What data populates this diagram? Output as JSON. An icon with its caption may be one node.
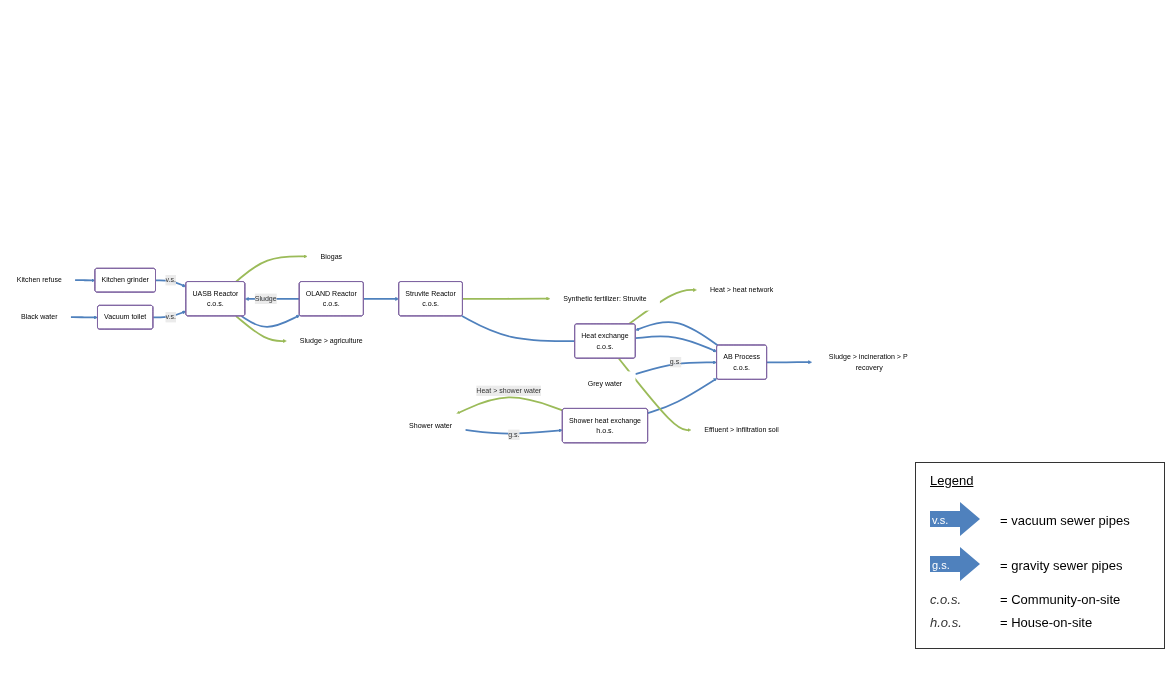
{
  "diagram": {
    "nodes": [
      {
        "text": [
          "Black water"
        ]
      },
      {
        "text": [
          "Vacuum toilet"
        ]
      },
      {
        "text": [
          "Kitchen grinder"
        ]
      },
      {
        "text": [
          "Kitchen refuse"
        ]
      },
      {
        "text": [
          "Biogas"
        ]
      },
      {
        "text": [
          "UASB Reactor",
          "c.o.s."
        ]
      },
      {
        "text": [
          "OLAND Reactor",
          "c.o.s."
        ]
      },
      {
        "text": [
          "Synthetic fertilizer: Struvite"
        ]
      },
      {
        "text": [
          "Struvite Reactor",
          "c.o.s."
        ]
      },
      {
        "text": [
          "Sludge > agriculture"
        ]
      },
      {
        "text": [
          "Shower water"
        ]
      },
      {
        "text": [
          "Shower heat exchange",
          "h.o.s."
        ]
      },
      {
        "text": [
          "Heat > heat network"
        ]
      },
      {
        "text": [
          "Grey water"
        ]
      },
      {
        "text": [
          "AB Process",
          "c.o.s."
        ]
      },
      {
        "text": [
          "Heat exchange",
          "c.o.s."
        ]
      },
      {
        "text": [
          "Effluent > infiltration soil"
        ]
      },
      {
        "text": [
          "Sludge > incineration > P recovery"
        ]
      }
    ],
    "edges": [
      {
        "from": 0,
        "to": 1,
        "arrow": "to"
      },
      {
        "from": 1,
        "to": 5,
        "arrow": "to",
        "label": "v.s."
      },
      {
        "from": 2,
        "to": 5,
        "arrow": "to",
        "label": "v.s."
      },
      {
        "from": 3,
        "to": 2,
        "arrow": "to"
      },
      {
        "from": 5,
        "to": 4,
        "arrow": "to",
        "color": "#9bbb59"
      },
      {
        "from": 5,
        "to": 6,
        "arrow": "to"
      },
      {
        "from": 6,
        "to": 5,
        "arrow": "to",
        "label": "Sludge"
      },
      {
        "from": 6,
        "to": 8,
        "arrow": "to"
      },
      {
        "from": 8,
        "to": 7,
        "arrow": "to",
        "color": "#9bbb59"
      },
      {
        "from": 5,
        "to": 9,
        "arrow": "to",
        "color": "#9bbb59"
      },
      {
        "from": 10,
        "to": 11,
        "arrow": "to",
        "label": "g.s."
      },
      {
        "from": 11,
        "to": 14,
        "arrow": "to"
      },
      {
        "from": 11,
        "to": 10,
        "arrow": "to",
        "label": "Heat > shower water",
        "color": "#9bbb59"
      },
      {
        "from": 13,
        "to": 14,
        "arrow": "to",
        "label": "g.s."
      },
      {
        "from": 14,
        "to": 15,
        "arrow": "to"
      },
      {
        "from": 8,
        "to": 15,
        "arrow": "none"
      },
      {
        "from": 15,
        "to": 14,
        "arrow": "to"
      },
      {
        "from": 15,
        "to": 12,
        "arrow": "to",
        "color": "#9bbb59"
      },
      {
        "from": 15,
        "to": 16,
        "arrow": "to",
        "color": "#9bbb59"
      },
      {
        "from": 14,
        "to": 17,
        "arrow": "to"
      }
    ],
    "labels": [
      "Legend",
      "v.s.",
      "g.s.",
      "c.o.s.",
      "h.o.s."
    ],
    "legend": [
      {
        "text": "= vacuum sewer pipes"
      },
      {
        "text": "= gravity sewer pipes"
      },
      {
        "text": "= Community-on-site"
      },
      {
        "text": "= House-on-site"
      }
    ]
  }
}
